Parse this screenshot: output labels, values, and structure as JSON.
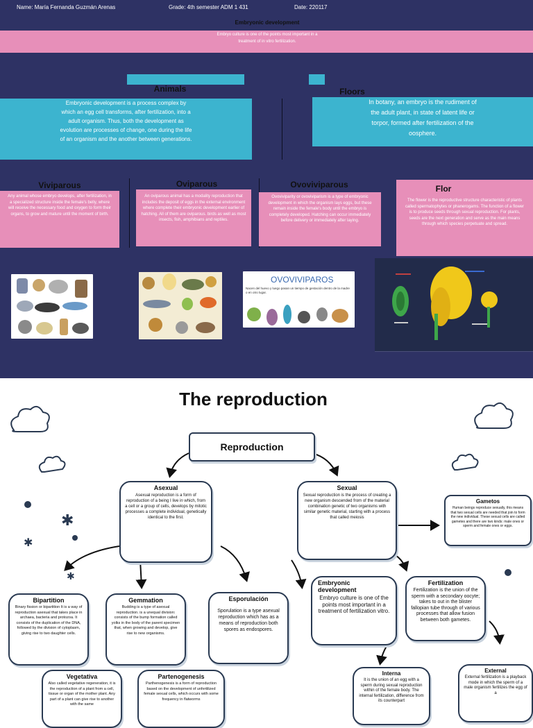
{
  "header": {
    "name": "Name: María Fernanda Guzmán Arenas",
    "grade": "Grade: 4th semester ADM 1 431",
    "date": "Date: 220117"
  },
  "slide": {
    "title": "Embryonic development",
    "intro": "Embryo culture is one of the points most important in a treatment of in vitro fertilization.",
    "animals_label": "Animals",
    "floors_label": "Floors",
    "animals_text": "Embryonic development is a process complex by which an egg cell transforms, after fertilization, into a adult organism. Thus, both the development as evolution are processes of change, one during the life of an organism and the another between generations.",
    "floors_text": "In botany, an embryo is the rudiment of the adult plant, in state of latent life or torpor, formed after fertilization of the oosphere.",
    "viviparous_label": "Viviparous",
    "viviparous_text": "Any animal whose embryo develops, after fertilization, in a specialized structure inside the female's belly, where will receive the necessary food and oxygen to form their organs, to grow and mature until the moment of birth.",
    "oviparous_label": "Oviparous",
    "oviparous_text": "An oviparous animal has a modality reproduction that includes the deposit of eggs in the external environment where complete their embryonic development earlier of hatching. All of them are oviparous. birds as well as most insects, fish, amphibians and reptiles.",
    "ovoviviparous_label": "Ovoviviparous",
    "ovoviviparous_text": "Ovoviviparity or ovoviviparism is a type of embryonic development in which the organism lays eggs, but these remain inside the female's body until the embryo is completely developed. Hatching can occur immediately before delivery or immediately after laying.",
    "flor_label": "Flor",
    "flor_text": "The flower is the reproductive structure characteristic of plants called spermatophytes or phanerogams. The function of a flower is to produce seeds through sexual reproduction. For plants, seeds are the next generation and serve as the main means through which species perpetuate and spread.",
    "ovoviviparos_banner": "OVOVIVIPAROS",
    "ovoviviparos_caption": "Nacen del huevo y luego pasan un tiempo de gestación dentro de la madre o en otro lugar."
  },
  "diagram": {
    "title": "The reproduction",
    "root": "Reproduction",
    "asexual_title": "Asexual",
    "asexual_text": "Asexual reproduction is a form of reproduction of a being I live in which, from a cell or a group of cells, develops by mitotic processes a complete individual, genetically identical to the first.",
    "sexual_title": "Sexual",
    "sexual_text": "Sexual reproduction is the process of creating a new organism descended from of the material combination genetic of two organisms with similar genetic material, starting with a process that called meiosis",
    "gametos_title": "Gametos",
    "gametos_text": "Human beings reproduce sexually, this means that two sexual cells are needed that join to form the new individual. These sexual cells are called gametes and there are two kinds: male ones or sperm and female ones or eggs.",
    "bipartition_title": "Bipartition",
    "bipartition_text": "Binary fission or bipartition It is a way of reproduction asexual that takes place in archaea, bacteria and protozoa. It consists of the duplication of the DNA, followed by the division of cytoplasm, giving rise to two daughter cells.",
    "gemmation_title": "Gemmation",
    "gemmation_text": "Budding is a type of asexual reproduction. is a unequal division: consists of the bump formation called yolks in the body of the parent specimen that, when growing and develop, give rise to new organisms.",
    "esporulacion_title": "Esporulación",
    "esporulacion_text": "Sporulation is a type asexual reproduction which has as a means of reproduction both spores as endospores.",
    "embryonic_title": "Embryonic development",
    "embryonic_text": "Embryo culture is one of the points most important in a treatment of fertilization vitro.",
    "fertilization_title": "Fertilization",
    "fertilization_text": "Fertilization is the union of the sperm with a secondary oocyte; takes to out in the blister fallopian tube through of various processes that allow fusion between both gametes.",
    "vegetativa_title": "Vegetativa",
    "vegetativa_text": "Also called vegetative regeneration, it is the reproduction of a plant from a cell, tissue or organ of the mother plant. Any part of a plant can give rise to another with the same",
    "partenogenesis_title": "Partenogenesis",
    "partenogenesis_text": "Parthenogenesis is a form of reproduction based on the development of unfertilized female sexual cells, which occurs with some frequency in flatworms",
    "interna_title": "Interna",
    "interna_text": "It is the union of an egg with a sperm during sexual reproduction within of the female body. The internal fertilization, difference from its counterpart",
    "externa_title": "External",
    "externa_text": "External fertilization is a playback mode in which the sperm of a male organism fertilizes the egg of a"
  },
  "colors": {
    "navy": "#2e3264",
    "pink": "#e78fb9",
    "cyan": "#3cb4cf",
    "ink": "#2a3a52"
  }
}
